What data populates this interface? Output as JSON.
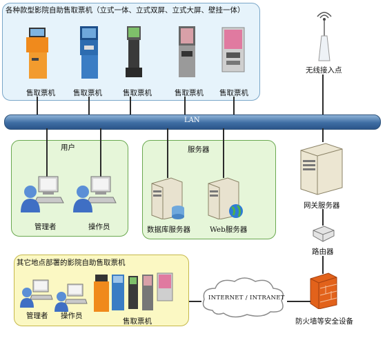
{
  "kiosk_group": {
    "title": "各种款型影院自助售取票机（立式一体、立式双屏、立式大屏、壁挂一体）",
    "kiosks": [
      {
        "label": "售取票机"
      },
      {
        "label": "售取票机"
      },
      {
        "label": "售取票机"
      },
      {
        "label": "售取票机"
      },
      {
        "label": "售取票机"
      }
    ]
  },
  "lan": {
    "label": "LAN"
  },
  "users_group": {
    "title": "用户",
    "items": [
      {
        "label": "管理者"
      },
      {
        "label": "操作员"
      }
    ]
  },
  "servers_group": {
    "title": "服务器",
    "items": [
      {
        "label": "数据库服务器"
      },
      {
        "label": "Web服务器"
      }
    ]
  },
  "right_column": {
    "wireless_ap": "无线接入点",
    "gateway_server": "网关服务器",
    "router": "路由器",
    "firewall": "防火墙等安全设备"
  },
  "remote_group": {
    "title": "其它地点部署的影院自助售取票机",
    "items": [
      {
        "label": "管理者"
      },
      {
        "label": "操作员"
      },
      {
        "label": "售取票机"
      }
    ]
  },
  "internet": {
    "label": "INTERNET / INTRANET"
  }
}
